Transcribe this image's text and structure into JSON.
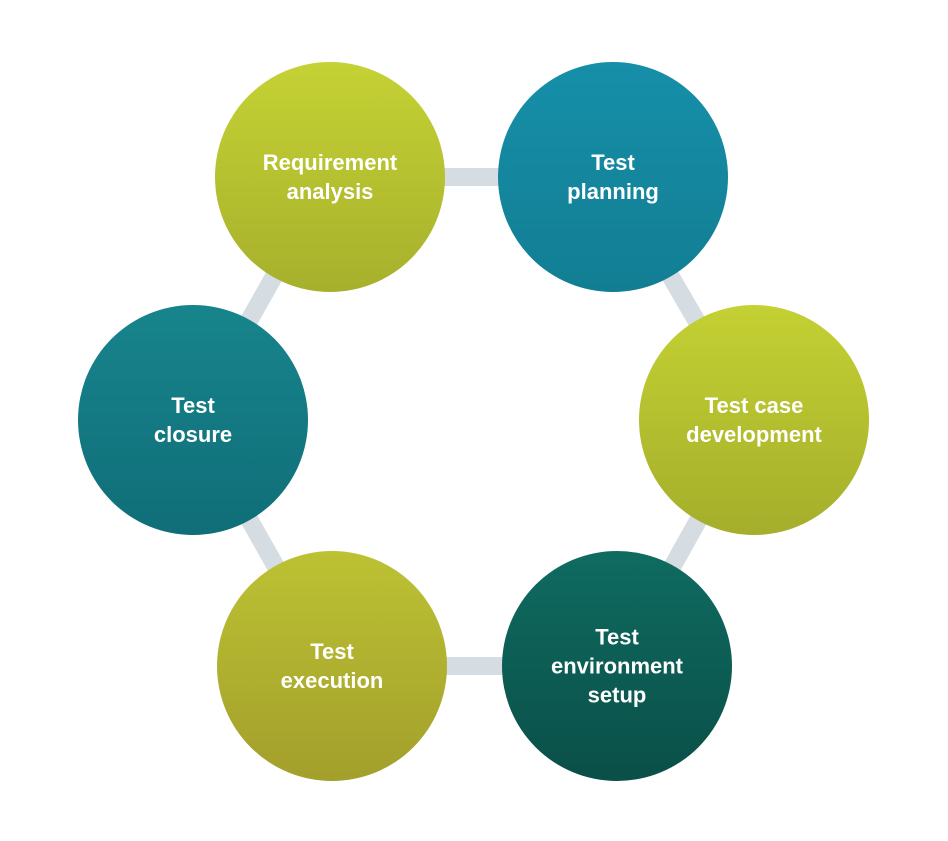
{
  "diagram": {
    "type": "cycle",
    "stages": [
      {
        "id": "requirement-analysis",
        "lines": [
          "Requirement",
          "analysis"
        ],
        "color_top": "#c5d234",
        "color_bottom": "#a7b02c"
      },
      {
        "id": "test-planning",
        "lines": [
          "Test",
          "planning"
        ],
        "color_top": "#168fa9",
        "color_bottom": "#127e93"
      },
      {
        "id": "test-case-development",
        "lines": [
          "Test case",
          "development"
        ],
        "color_top": "#c4d133",
        "color_bottom": "#a5ae2b"
      },
      {
        "id": "test-environment-setup",
        "lines": [
          "Test",
          "environment",
          "setup"
        ],
        "color_top": "#0f6b60",
        "color_bottom": "#0a4f48"
      },
      {
        "id": "test-execution",
        "lines": [
          "Test",
          "execution"
        ],
        "color_top": "#bcc233",
        "color_bottom": "#a39f2c"
      },
      {
        "id": "test-closure",
        "lines": [
          "Test",
          "closure"
        ],
        "color_top": "#17848c",
        "color_bottom": "#106e78"
      }
    ],
    "connector_color": "#d5dde3"
  }
}
